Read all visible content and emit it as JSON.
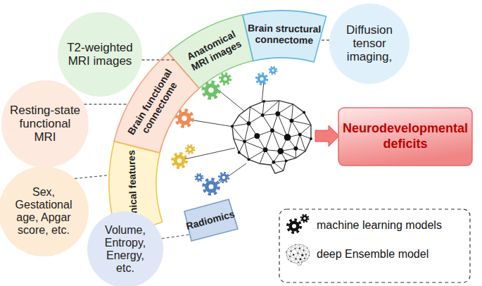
{
  "diagram": {
    "nodes": [
      {
        "text": [
          "T2-weighted MRI images"
        ]
      },
      {
        "text": [
          "Diffusion tensor imaging,"
        ]
      },
      {
        "text": [
          "Resting-state functional MRI"
        ]
      },
      {
        "text": [
          "Anatomical MRI images"
        ]
      },
      {
        "text": [
          "Brain structural connectome"
        ]
      },
      {
        "text": [
          "Brain functional connectome"
        ]
      },
      {
        "text": [
          "Neurodevelopmental deficits"
        ]
      },
      {
        "text": [
          "Sex, Gestational age, Apgar score, etc."
        ]
      },
      {
        "text": [
          "Clinical features"
        ]
      },
      {
        "text": [
          "Radiomics"
        ]
      },
      {
        "text": [
          "Volume, Entropy, Energy, etc."
        ]
      }
    ],
    "edges": [
      {
        "from": 0,
        "to": 3,
        "arrow": "none"
      },
      {
        "from": 1,
        "to": 4,
        "arrow": "none"
      },
      {
        "from": 2,
        "to": 5,
        "arrow": "none"
      },
      {
        "from": 7,
        "to": 8,
        "arrow": "none"
      },
      {
        "from": 10,
        "to": 9,
        "arrow": "none"
      }
    ],
    "legend": [
      {
        "text": "machine learning models"
      },
      {
        "text": "deep Ensemble model"
      }
    ]
  }
}
